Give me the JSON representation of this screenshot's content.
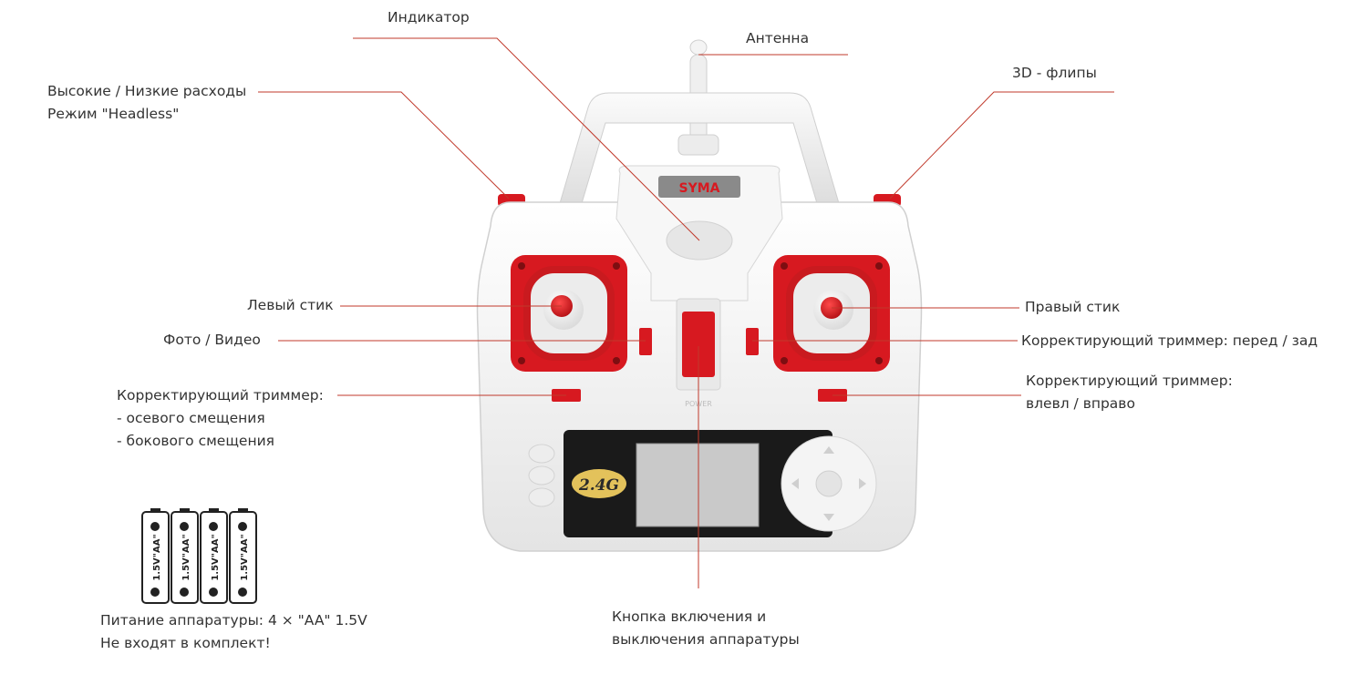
{
  "brand": "SYMA",
  "frequency_badge": "2.4G",
  "power_text": "POWER",
  "battery_label": "1.5V\"AA\"",
  "labels": {
    "indicator": "Индикатор",
    "antenna": "Антенна",
    "rates": [
      "Высокие / Низкие расходы",
      "Режим \"Headless\""
    ],
    "flips": "3D - флипы",
    "left_stick": "Левый стик",
    "right_stick": "Правый стик",
    "photo_video": "Фото / Видео",
    "trim_fwd_back": "Корректирующий триммер: перед / зад",
    "trim_left_lines": [
      "Корректирующий триммер:",
      "- осевого смещения",
      "- бокового смещения"
    ],
    "trim_right_lines": [
      "Корректирующий триммер:",
      "влевл / вправо"
    ],
    "power_button": [
      "Кнопка включения и",
      "выключения аппаратуры"
    ],
    "batteries": [
      "Питание аппаратуры: 4 × \"AA\" 1.5V",
      "Не входят в комплект!"
    ]
  },
  "colors": {
    "leader_line": "#c0392b",
    "accent_red": "#d71920",
    "body_white": "#f2f2f2"
  }
}
